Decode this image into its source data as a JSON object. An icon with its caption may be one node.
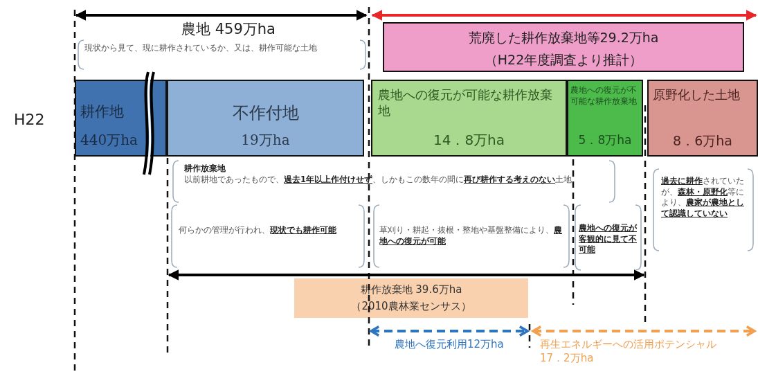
{
  "diagram": {
    "nodes": [
      {
        "text": [
          "耕作地",
          "440万ha"
        ]
      },
      {
        "text": [
          "不作付地",
          "19万ha"
        ]
      },
      {
        "text": [
          "荒廃した耕作放棄地等29.2万ha",
          "（H22年度調査より推計）"
        ]
      },
      {
        "text": [
          "農地への復元が可能な耕作放棄地",
          "14．8万ha"
        ]
      },
      {
        "text": [
          "農地への復元が不可能な耕作放棄地",
          "5．8万ha"
        ]
      },
      {
        "text": [
          "原野化した土地",
          "8．6万ha"
        ]
      },
      {
        "text": [
          "耕作放棄地 39.6万ha",
          "（2010農林業センサス）"
        ]
      }
    ],
    "edges": [],
    "labels": [
      "H22",
      "農地 459万ha",
      "現状から見て、現に耕作されているか、又は、耕作可能な土地",
      "耕作放棄地",
      "以前耕地であったもので、**過去1年以上作付けせず**、しかもこの数年の間に**再び耕作する考えのない**土地",
      "何らかの管理が行われ、**現状でも耕作可能**",
      "草刈り・耕起・抜根・整地や基盤整備により、**農地への復元が可能**",
      "農地への復元が客観的に見て不可能",
      "**過去に耕作**されていたが、**森林・原野化**等により、**農家が農地として認識していない**",
      "農地へ復元利用12万ha",
      "再生エネルギーへの活用ポテンシャル 17．2万ha"
    ]
  }
}
